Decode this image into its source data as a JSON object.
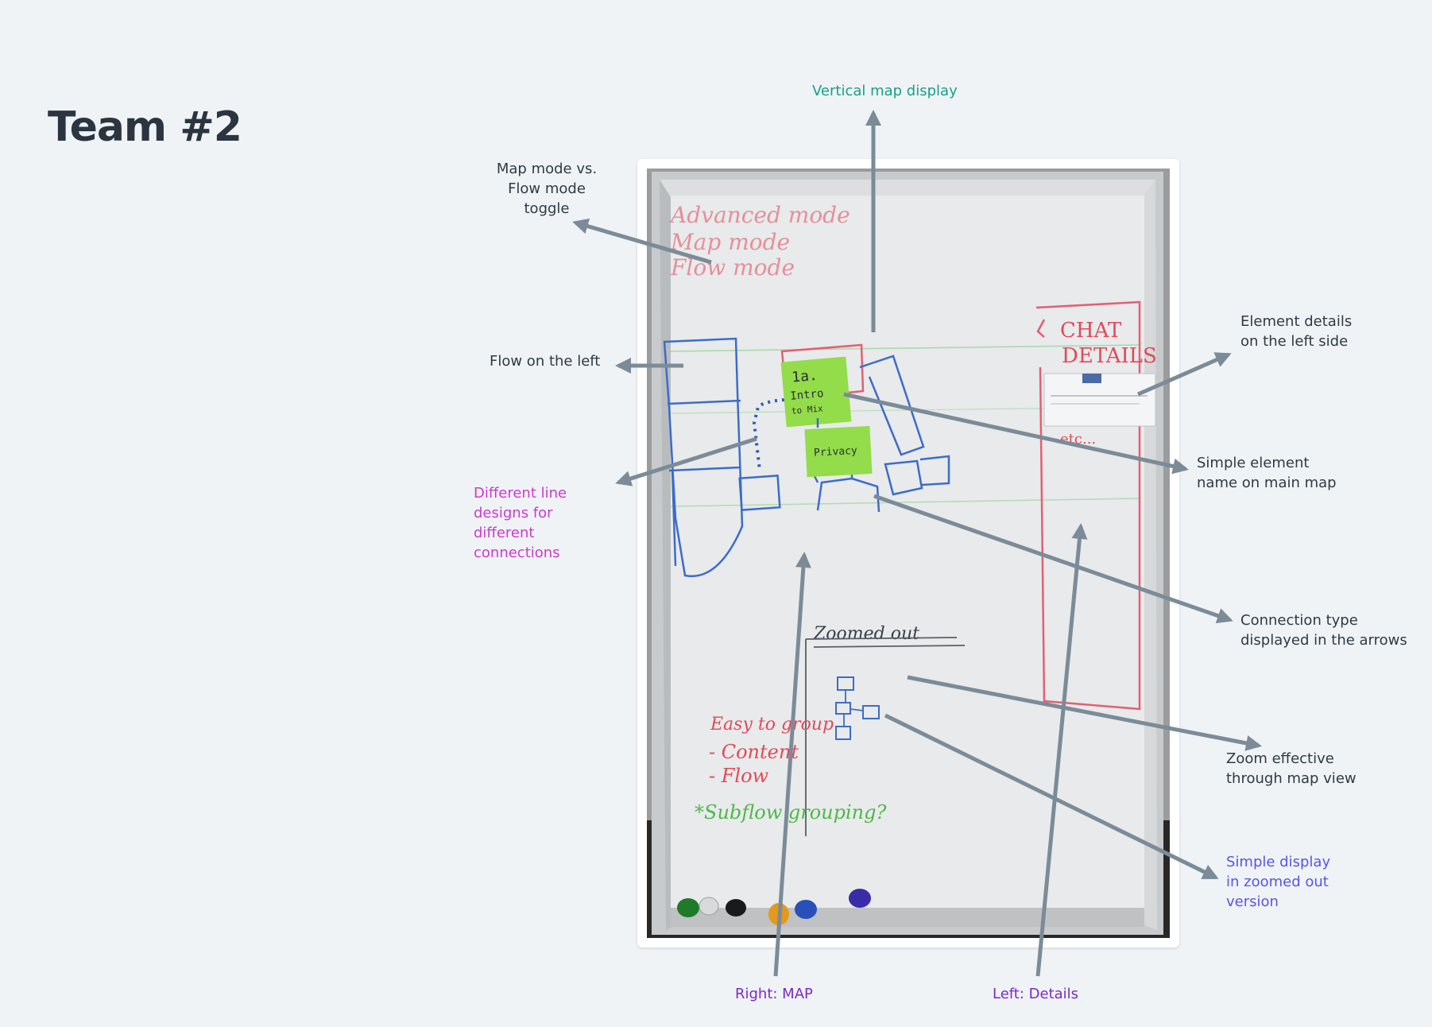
{
  "page": {
    "title": "Team #2"
  },
  "annotations": {
    "vertical_map": "Vertical map display",
    "map_mode_toggle": "Map mode vs.\nFlow mode\ntoggle",
    "flow_left": "Flow on the left",
    "line_designs": "Different line\ndesigns for\ndifferent\nconnections",
    "element_details": "Element details\non the left side",
    "simple_element_name": "Simple element\nname on main map",
    "connection_type": "Connection type\ndisplayed in the arrows",
    "zoom_effective": "Zoom effective\nthrough map view",
    "simple_display_zoomed": "Simple display\nin zoomed out\nversion",
    "right_map": "Right: MAP",
    "left_details": "Left: Details"
  },
  "whiteboard": {
    "mode_notes": [
      "Advanced mode",
      "Map mode",
      "Flow mode"
    ],
    "sticky_intro": [
      "1a.",
      "Intro",
      "to Mix"
    ],
    "sticky_privacy": "Privacy",
    "chat_details": [
      "CHAT",
      "DETAILS"
    ],
    "etc": "etc...",
    "zoomed_out": "Zoomed out",
    "easy_group": [
      "Easy to group",
      "- Content",
      "- Flow"
    ],
    "subflow": "*Subflow grouping?"
  },
  "colors": {
    "arrow": "#7b8b98",
    "teal": "#16a08a",
    "magenta": "#cc3ad0",
    "indigo": "#5a54e6",
    "purple": "#7c2bc3",
    "board": "#e9ebec",
    "sticky": "#93dc4a"
  }
}
